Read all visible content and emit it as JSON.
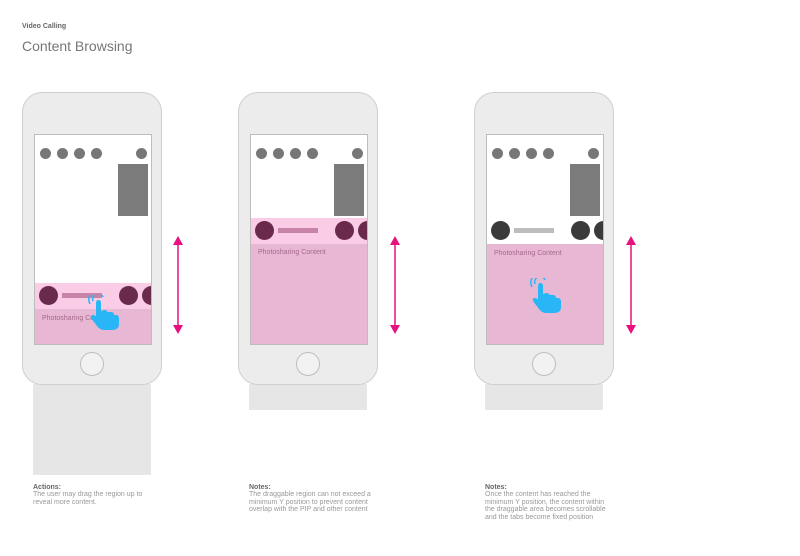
{
  "header": {
    "section_label": "Video Calling",
    "title": "Content Browsing"
  },
  "screens": [
    {
      "content_label": "Photosharing Content",
      "note_heading": "Actions:",
      "note_body": "The user may drag the region up to reveal more content."
    },
    {
      "content_label": "Photosharing Content",
      "note_heading": "Notes:",
      "note_body": "The draggable region can not exceed a minimum Y position to prevent content overlap with the PIP and other content"
    },
    {
      "content_label": "Photosharing Content",
      "note_heading": "Notes:",
      "note_body": "Once the content has reached the minimum Y position, the content within the draggable area becomes scrollable and the tabs become fixed position"
    }
  ],
  "colors": {
    "accent_magenta": "#e8107e",
    "drag_strip": "#fbcce5",
    "content_area": "#e8b7d3",
    "avatar_dark": "#6a2a4c",
    "avatar_black": "#3a3a3a",
    "hand_cursor": "#29b6f6"
  },
  "icons": [
    "double-arrow-icon",
    "hand-cursor-icon",
    "participant-dot-icon"
  ]
}
